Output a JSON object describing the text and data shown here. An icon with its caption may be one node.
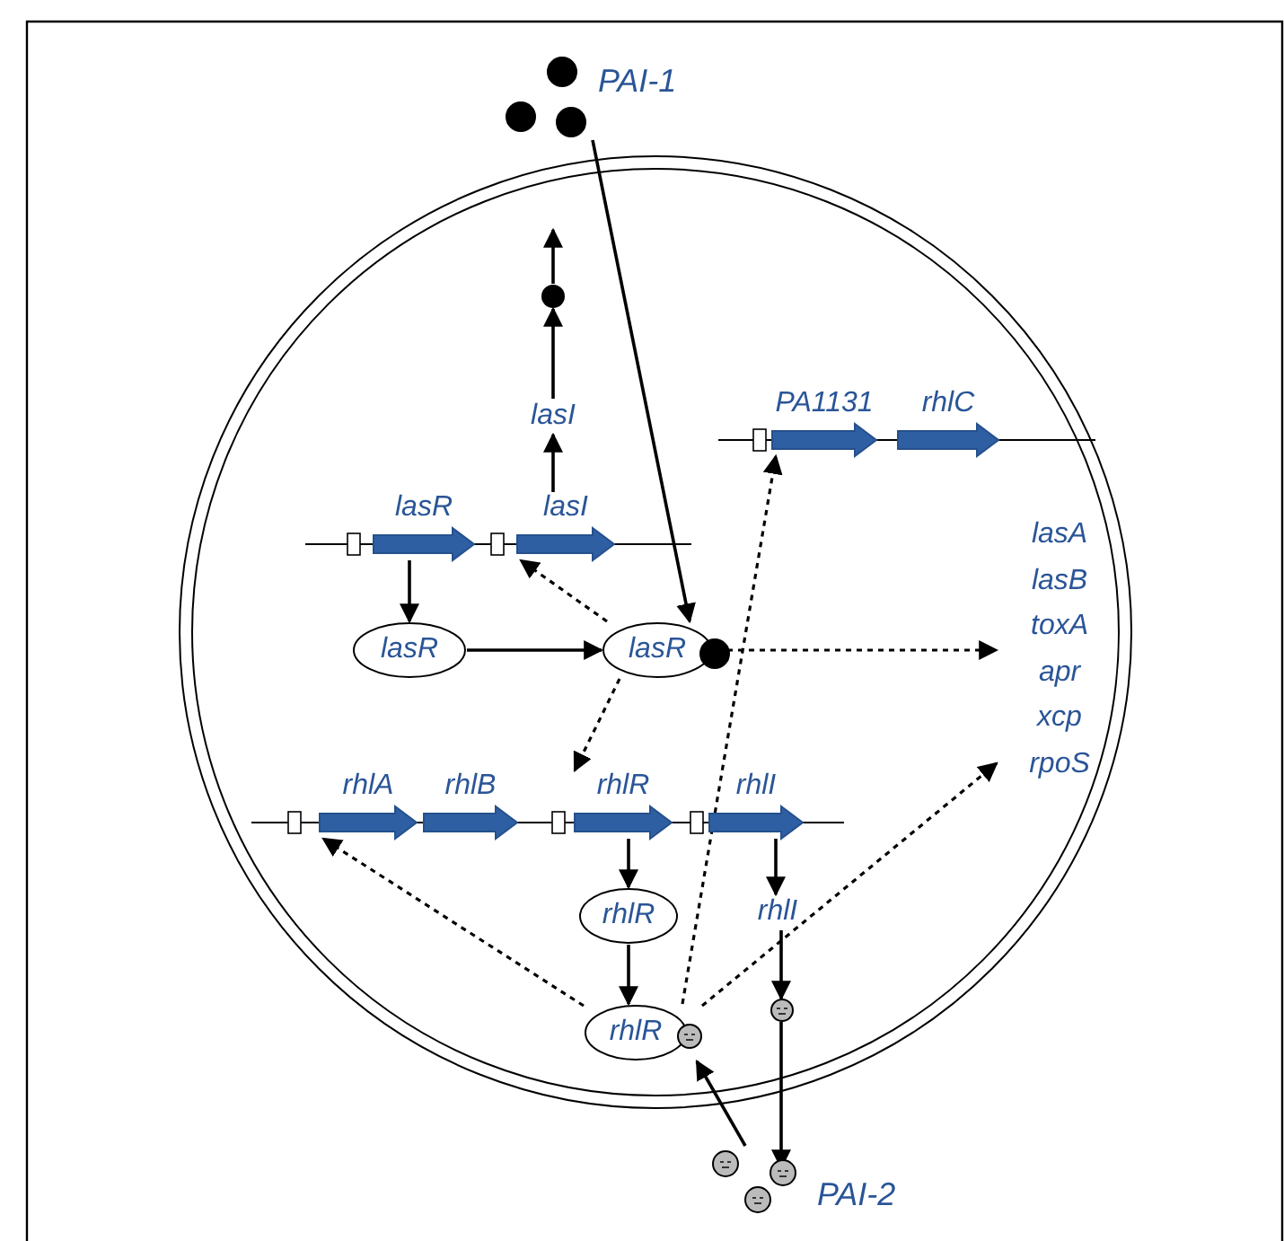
{
  "diagram": {
    "nodes": [
      {
        "text": [
          "PAI-1"
        ]
      },
      {
        "text": [],
        "shape": "circle"
      },
      {
        "text": [
          "lasI"
        ]
      },
      {
        "text": [
          "PA1131"
        ]
      },
      {
        "text": [
          "rhlC"
        ]
      },
      {
        "text": [
          "lasR"
        ]
      },
      {
        "text": [
          "lasI"
        ]
      },
      {
        "text": [
          "lasR"
        ]
      },
      {
        "text": [
          "lasR"
        ]
      },
      {
        "text": [
          "lasA",
          "lasB",
          "toxA",
          "apr",
          "xcp",
          "rpoS"
        ]
      },
      {
        "text": [
          "rhlA"
        ]
      },
      {
        "text": [
          "rhlB"
        ]
      },
      {
        "text": [
          "rhlR"
        ]
      },
      {
        "text": [
          "rhlI"
        ]
      },
      {
        "text": [
          "rhlR"
        ]
      },
      {
        "text": [
          "rhlI"
        ]
      },
      {
        "text": [],
        "shape": "circle"
      },
      {
        "text": [
          "rhlR"
        ]
      },
      {
        "text": [
          "PAI-2"
        ]
      }
    ],
    "edges": [
      {
        "from": 0,
        "to": 8,
        "arrow": "to"
      },
      {
        "from": 6,
        "to": 2,
        "arrow": "to"
      },
      {
        "from": 2,
        "to": 1,
        "arrow": "to"
      },
      {
        "from": 1,
        "to": null,
        "arrow": "to"
      },
      {
        "from": 5,
        "to": 7,
        "arrow": "to"
      },
      {
        "from": 7,
        "to": 8,
        "arrow": "to"
      },
      {
        "from": 8,
        "to": 6,
        "arrow": "to",
        "style": "dashed"
      },
      {
        "from": 8,
        "to": 9,
        "arrow": "to",
        "style": "dashed"
      },
      {
        "from": 8,
        "to": 12,
        "arrow": "to",
        "style": "dashed"
      },
      {
        "from": 17,
        "to": 3,
        "arrow": "to",
        "style": "dashed"
      },
      {
        "from": 17,
        "to": 10,
        "arrow": "to",
        "style": "dashed"
      },
      {
        "from": 17,
        "to": 9,
        "arrow": "to",
        "style": "dashed"
      },
      {
        "from": 12,
        "to": 14,
        "arrow": "to"
      },
      {
        "from": 14,
        "to": 17,
        "arrow": "to"
      },
      {
        "from": 13,
        "to": 15,
        "arrow": "to"
      },
      {
        "from": 15,
        "to": 16,
        "arrow": "to"
      },
      {
        "from": 16,
        "to": 18,
        "arrow": "to"
      },
      {
        "from": 18,
        "to": 17,
        "arrow": "to"
      }
    ]
  }
}
